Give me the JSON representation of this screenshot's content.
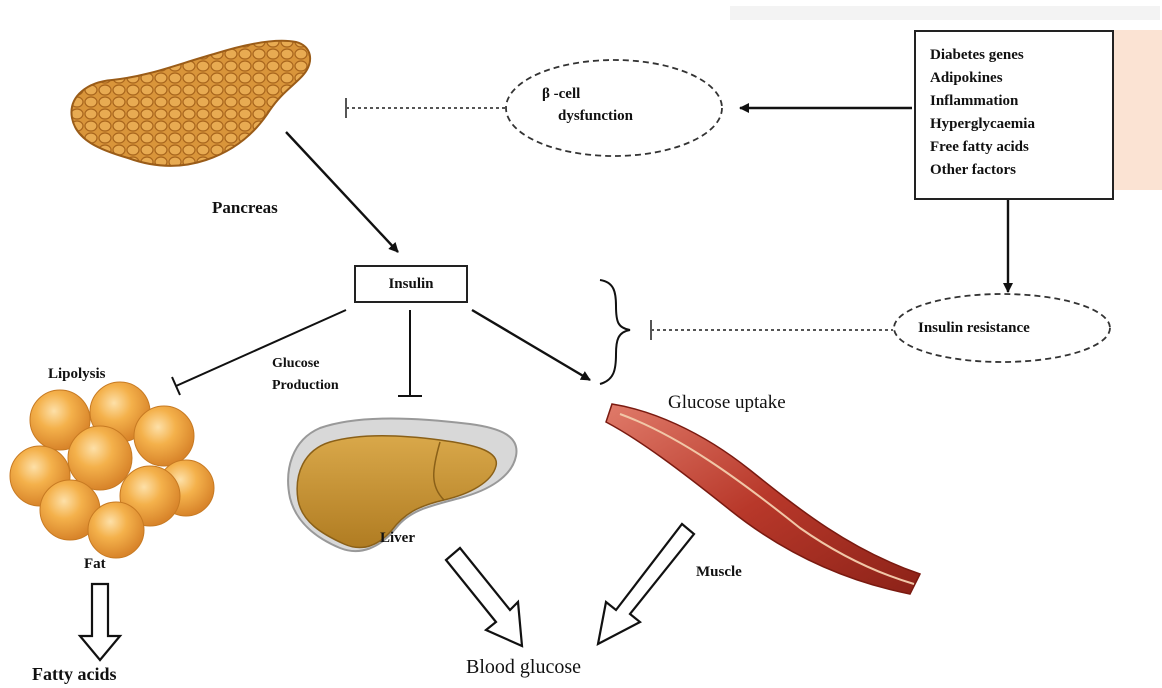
{
  "factors": {
    "items": [
      "Diabetes genes",
      "Adipokines",
      "Inflammation",
      "Hyperglycaemia",
      "Free fatty acids",
      "Other factors"
    ]
  },
  "beta_cell": {
    "line1": "β -cell",
    "line2": "dysfunction"
  },
  "insulin_resistance": "Insulin resistance",
  "labels": {
    "pancreas": "Pancreas",
    "insulin": "Insulin",
    "glucose_production_1": "Glucose",
    "glucose_production_2": "Production",
    "lipolysis": "Lipolysis",
    "glucose_uptake": "Glucose uptake",
    "fat": "Fat",
    "liver": "Liver",
    "muscle": "Muscle",
    "fatty_acids": "Fatty acids",
    "blood_glucose": "Blood glucose"
  },
  "colors": {
    "pancreas": "#d9953a",
    "fat": "#f2a93b",
    "liver": "#c8932e",
    "muscle": "#b23a2c",
    "accent_bar": "#fbe3d3"
  }
}
